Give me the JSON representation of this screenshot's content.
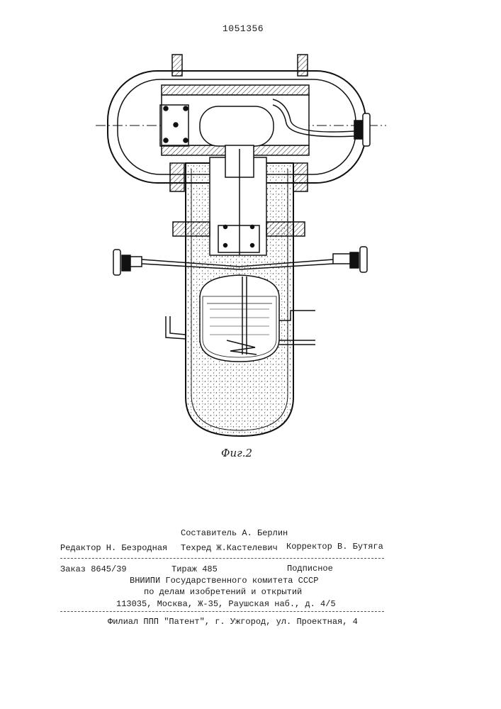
{
  "header": {
    "patent_number": "1051356"
  },
  "figure": {
    "caption": "Фиг.2"
  },
  "imprint": {
    "compiler": "Составитель А. Берлин",
    "editor": "Редактор Н. Безродная",
    "techred": "Техред Ж.Кастелевич",
    "corrector": "Корректор В. Бутяга",
    "order": "Заказ 8645/39",
    "circulation": "Тираж 485",
    "subscription": "Подписное",
    "org_line1": "ВНИИПИ Государственного комитета СССР",
    "org_line2": "по делам изобретений и открытий",
    "address": "113035, Москва, Ж-35, Раушская наб., д. 4/5",
    "branch": "Филиал ППП \"Патент\", г. Ужгород, ул. Проектная, 4"
  }
}
